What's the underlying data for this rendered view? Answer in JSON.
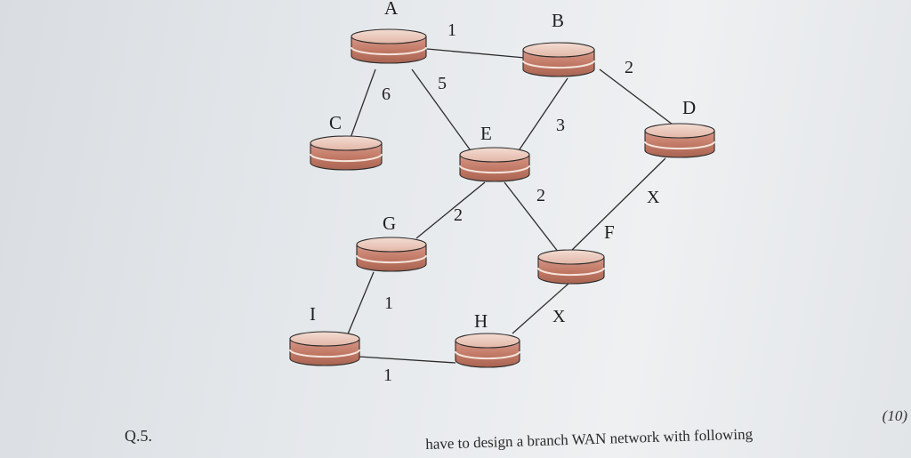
{
  "diagram": {
    "nodes": [
      {
        "id": "A",
        "label": "A"
      },
      {
        "id": "B",
        "label": "B"
      },
      {
        "id": "C",
        "label": "C"
      },
      {
        "id": "D",
        "label": "D"
      },
      {
        "id": "E",
        "label": "E"
      },
      {
        "id": "G",
        "label": "G"
      },
      {
        "id": "F",
        "label": "F"
      },
      {
        "id": "I",
        "label": "I"
      },
      {
        "id": "H",
        "label": "H"
      }
    ],
    "edges": [
      {
        "from": "A",
        "to": "B",
        "weight": "1"
      },
      {
        "from": "A",
        "to": "C",
        "weight": "6"
      },
      {
        "from": "A",
        "to": "E",
        "weight": "5"
      },
      {
        "from": "B",
        "to": "D",
        "weight": "2"
      },
      {
        "from": "B",
        "to": "E",
        "weight": "3"
      },
      {
        "from": "E",
        "to": "G",
        "weight": "2"
      },
      {
        "from": "E",
        "to": "F",
        "weight": "2"
      },
      {
        "from": "D",
        "to": "F",
        "weight": "X"
      },
      {
        "from": "G",
        "to": "I",
        "weight": "1"
      },
      {
        "from": "F",
        "to": "H",
        "weight": "X"
      },
      {
        "from": "I",
        "to": "H",
        "weight": "1"
      }
    ]
  },
  "question": {
    "number": "Q.5.",
    "marks": "(10)",
    "text": "have to design a branch WAN network with following"
  },
  "colors": {
    "router_top": "#e9c2b2",
    "router_side": "#c4806c",
    "router_outline": "#2a2a2a"
  }
}
